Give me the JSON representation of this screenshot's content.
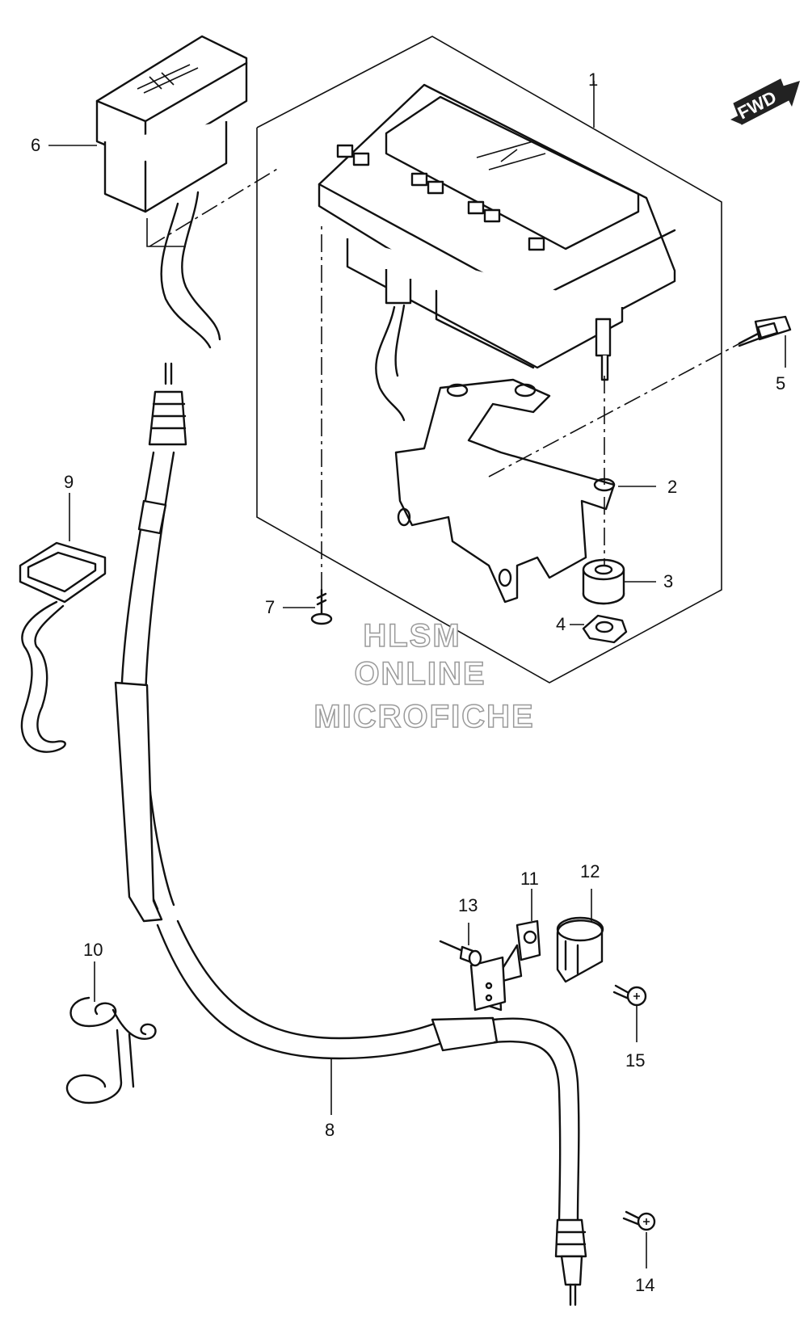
{
  "callouts": {
    "c1": "1",
    "c2": "2",
    "c3": "3",
    "c4": "4",
    "c5": "5",
    "c6": "6",
    "c7": "7",
    "c8": "8",
    "c9": "9",
    "c10": "10",
    "c11": "11",
    "c12": "12",
    "c13": "13",
    "c14": "14",
    "c15": "15"
  },
  "fwd_badge": "FWD",
  "watermark": {
    "line1": "HLSM",
    "line2": "ONLINE",
    "line3": "MICROFICHE"
  }
}
